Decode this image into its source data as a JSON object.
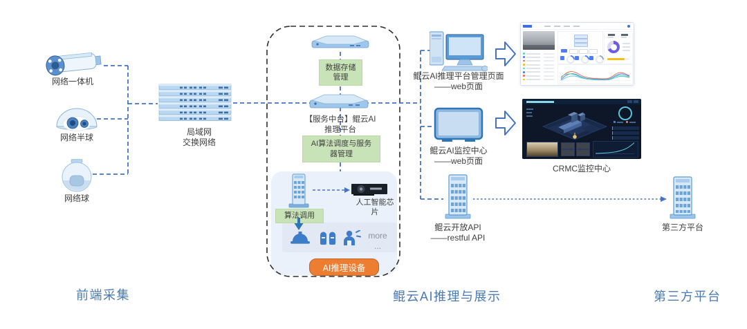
{
  "sections": {
    "frontend": "前端采集",
    "platform": "鲲云AI推理与展示",
    "third_party": "第三方平台"
  },
  "frontend": {
    "camera_bullet": "网络一体机",
    "camera_dome": "网络半球",
    "camera_ball": "网络球",
    "lan_switch": "局域网\n交换网络"
  },
  "platform": {
    "storage": "数据存储\n管理",
    "inference_server": "【服务中台】鲲云AI\n推理平台",
    "scheduler": "AI算法调度与服务\n器管理",
    "algo_call": "算法调用",
    "ai_chip": "人工智能芯\n片",
    "more": "more\n...",
    "device_badge": "AI推理设备"
  },
  "outputs": {
    "mgmt_page": "鲲云AI推理平台管理页面\n——web页面",
    "monitor_page": "鲲云AI监控中心\n——web页面",
    "crmc": "CRMC监控中心",
    "open_api": "鲲云开放API\n——restful API",
    "third_party_server": "第三方平台"
  },
  "colors": {
    "connector_blue": "#4472c4",
    "dashed_border": "#2f2f2f",
    "green_box": "#c9e3b8",
    "orange_badge": "#ed7d31",
    "section_label_blue": "#4a7ab2",
    "inner_panel_blue": "#eaf1fb",
    "icon_strip": "#e3e9f4",
    "icon_blue": "#3d7cc9"
  },
  "icons": {
    "bullet_camera": "bullet-camera-icon",
    "dome_camera": "dome-camera-icon",
    "ball_camera": "ball-camera-icon",
    "switch_stack": "switch-stack-icon",
    "rack_server": "rack-server-icon",
    "tower_server": "tower-server-icon",
    "ai_chip_card": "ai-chip-icon",
    "helmet": "helmet-icon",
    "gloves": "gloves-icon",
    "person": "person-icon",
    "desktop_computer": "desktop-computer-icon",
    "monitor": "monitor-icon",
    "block_arrow": "block-arrow-icon"
  }
}
